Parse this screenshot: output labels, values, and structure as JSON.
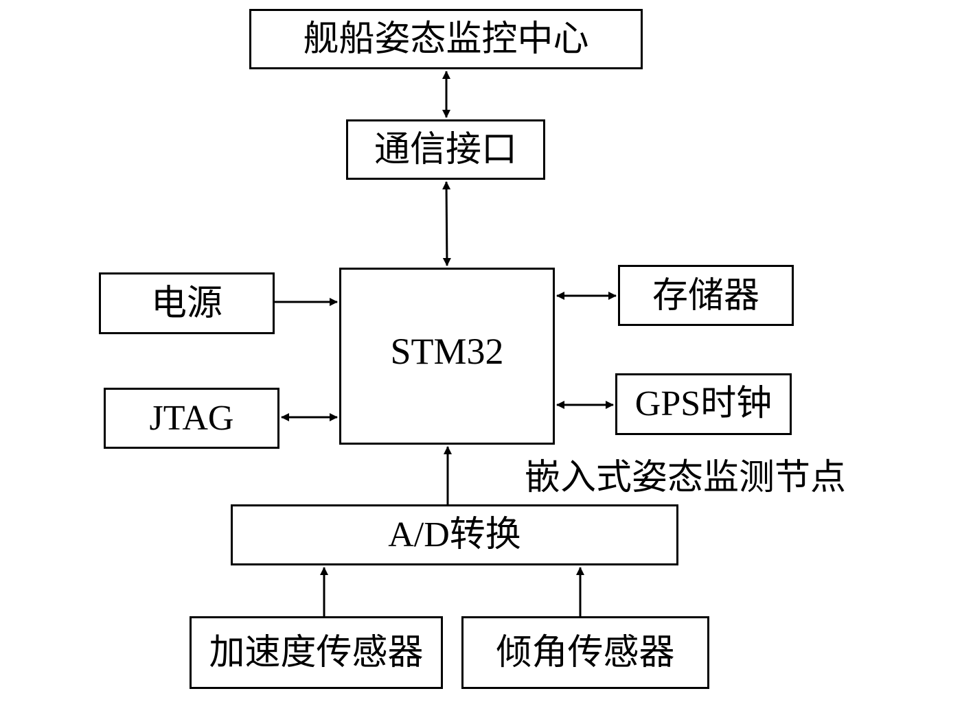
{
  "diagram": {
    "blocks": {
      "monitor_center": "舰船姿态监控中心",
      "comm_interface": "通信接口",
      "mcu": "STM32",
      "power": "电源",
      "storage": "存储器",
      "jtag": "JTAG",
      "gps_clock": "GPS时钟",
      "ad_converter": "A/D转换",
      "accel_sensor": "加速度传感器",
      "tilt_sensor": "倾角传感器"
    },
    "node_label": "嵌入式姿态监测节点",
    "connections": [
      {
        "from": "monitor_center",
        "to": "comm_interface",
        "direction": "bidirectional"
      },
      {
        "from": "comm_interface",
        "to": "mcu",
        "direction": "bidirectional"
      },
      {
        "from": "power",
        "to": "mcu",
        "direction": "forward"
      },
      {
        "from": "mcu",
        "to": "storage",
        "direction": "bidirectional"
      },
      {
        "from": "jtag",
        "to": "mcu",
        "direction": "bidirectional"
      },
      {
        "from": "mcu",
        "to": "gps_clock",
        "direction": "bidirectional"
      },
      {
        "from": "ad_converter",
        "to": "mcu",
        "direction": "forward"
      },
      {
        "from": "accel_sensor",
        "to": "ad_converter",
        "direction": "forward"
      },
      {
        "from": "tilt_sensor",
        "to": "ad_converter",
        "direction": "forward"
      }
    ]
  }
}
